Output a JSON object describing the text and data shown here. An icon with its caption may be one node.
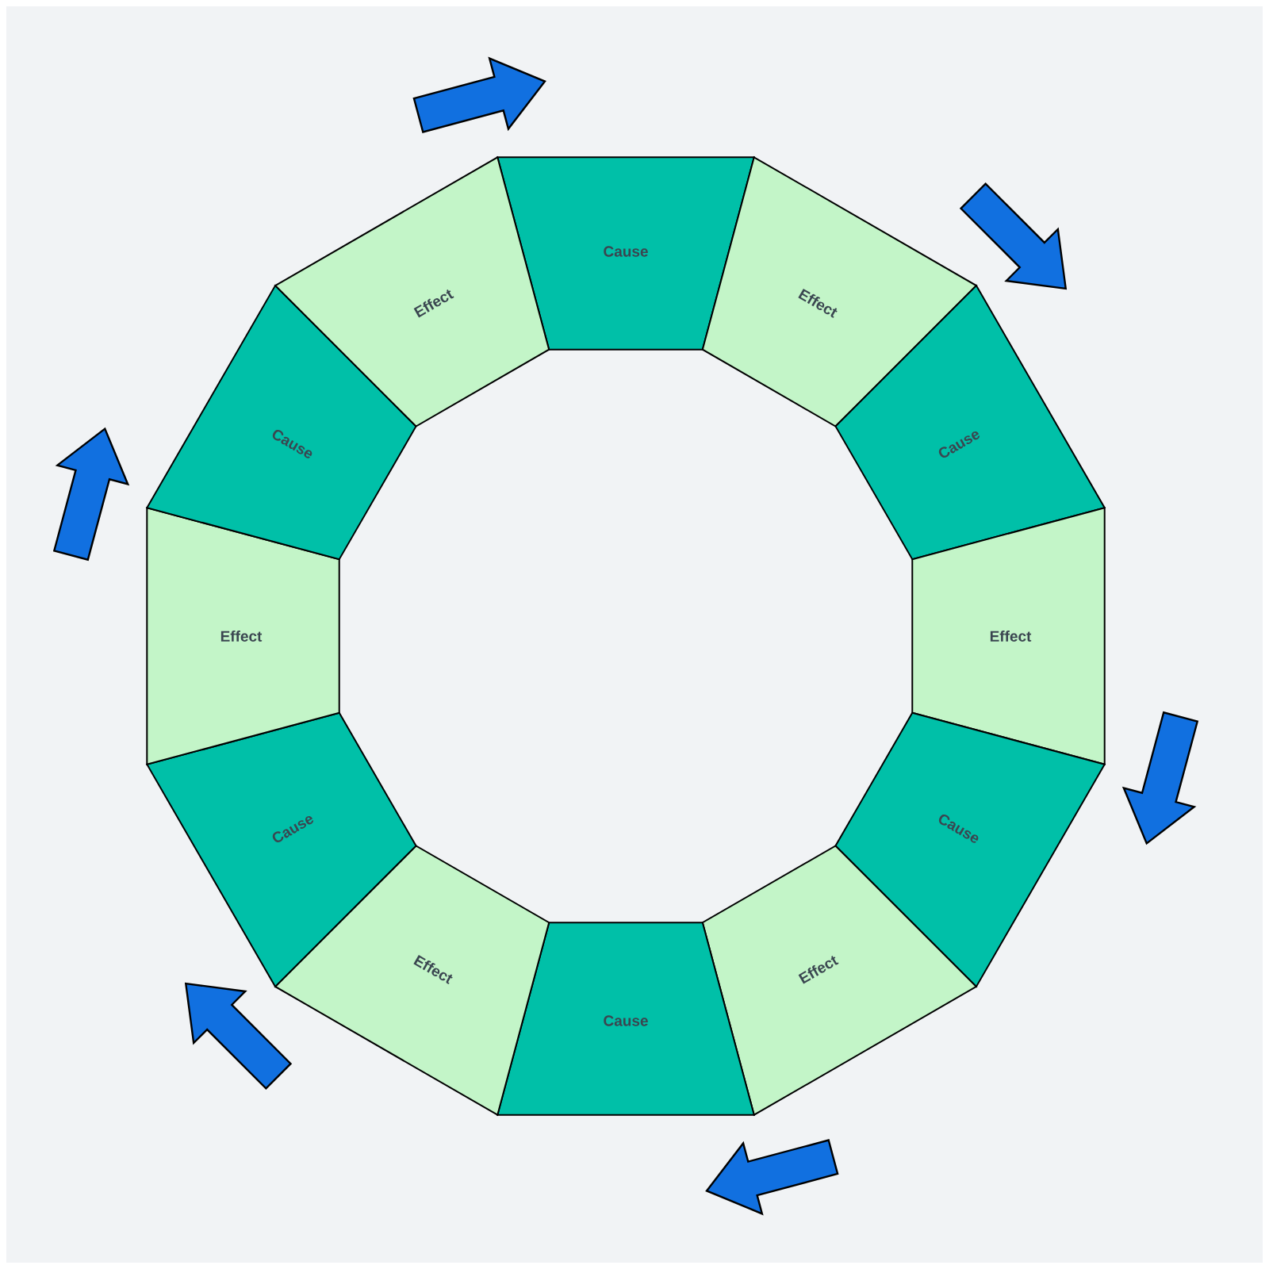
{
  "diagram": {
    "nodes": [
      {
        "text": [
          "Cause"
        ]
      },
      {
        "text": [
          "Effect"
        ]
      },
      {
        "text": [
          "Cause"
        ]
      },
      {
        "text": [
          "Effect"
        ]
      },
      {
        "text": [
          "Cause"
        ]
      },
      {
        "text": [
          "Effect"
        ]
      },
      {
        "text": [
          "Cause"
        ]
      },
      {
        "text": [
          "Effect"
        ]
      },
      {
        "text": [
          "Cause"
        ]
      },
      {
        "text": [
          "Effect"
        ]
      },
      {
        "text": [
          "Cause"
        ]
      },
      {
        "text": [
          "Effect"
        ]
      }
    ],
    "edges": [
      {
        "from": 11,
        "to": 0,
        "arrow": "to"
      },
      {
        "from": 1,
        "to": 2,
        "arrow": "to"
      },
      {
        "from": 3,
        "to": 4,
        "arrow": "to"
      },
      {
        "from": 5,
        "to": 6,
        "arrow": "to"
      },
      {
        "from": 7,
        "to": 8,
        "arrow": "to"
      },
      {
        "from": 9,
        "to": 10,
        "arrow": "to"
      }
    ]
  }
}
